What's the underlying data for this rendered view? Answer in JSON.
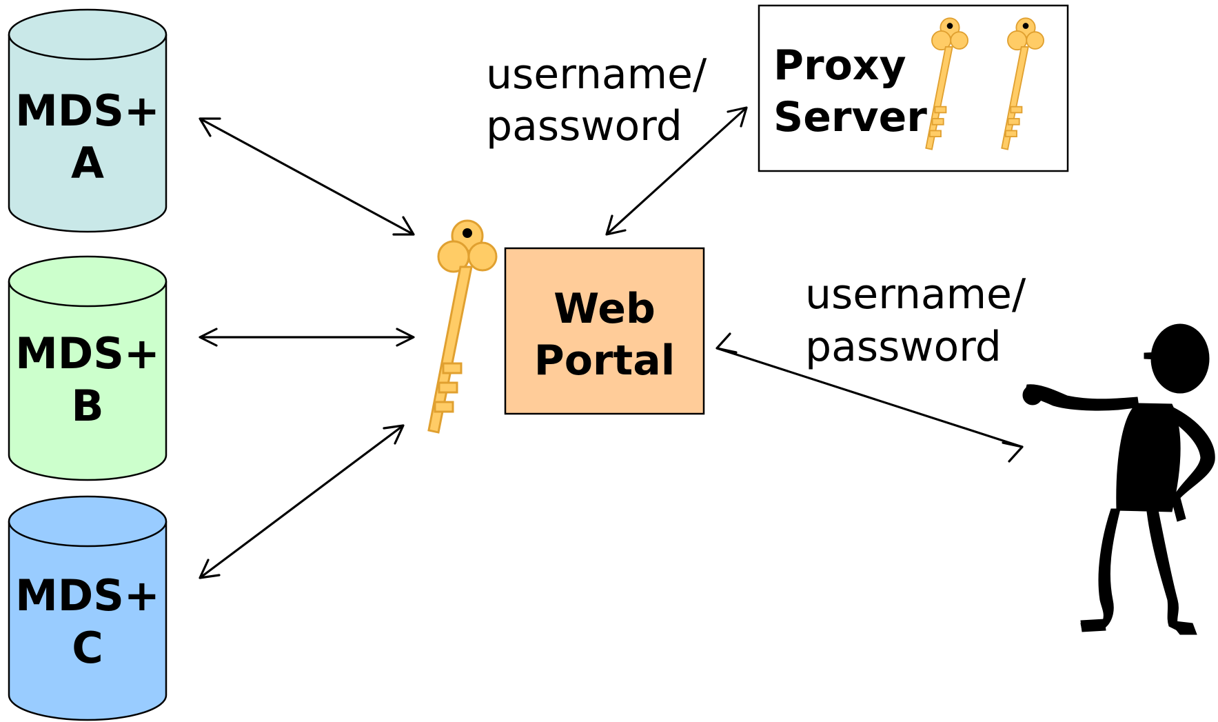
{
  "databases": [
    {
      "line1": "MDS+",
      "line2": "A",
      "color": "#c9e8e8"
    },
    {
      "line1": "MDS+",
      "line2": "B",
      "color": "#ccffcc"
    },
    {
      "line1": "MDS+",
      "line2": "C",
      "color": "#99ccff"
    }
  ],
  "proxy_server": {
    "line1": "Proxy",
    "line2": "Server",
    "color": "#ffffff"
  },
  "web_portal": {
    "line1": "Web",
    "line2": "Portal",
    "color": "#ffcc99"
  },
  "credentials_top": {
    "line1": "username/",
    "line2": "password"
  },
  "credentials_right": {
    "line1": "username/",
    "line2": "password"
  },
  "icons": {
    "key": "key-icon",
    "user": "person-silhouette-icon"
  },
  "colors": {
    "key_fill": "#ffcc66",
    "key_shadow": "#e0a030",
    "stroke": "#000000"
  }
}
